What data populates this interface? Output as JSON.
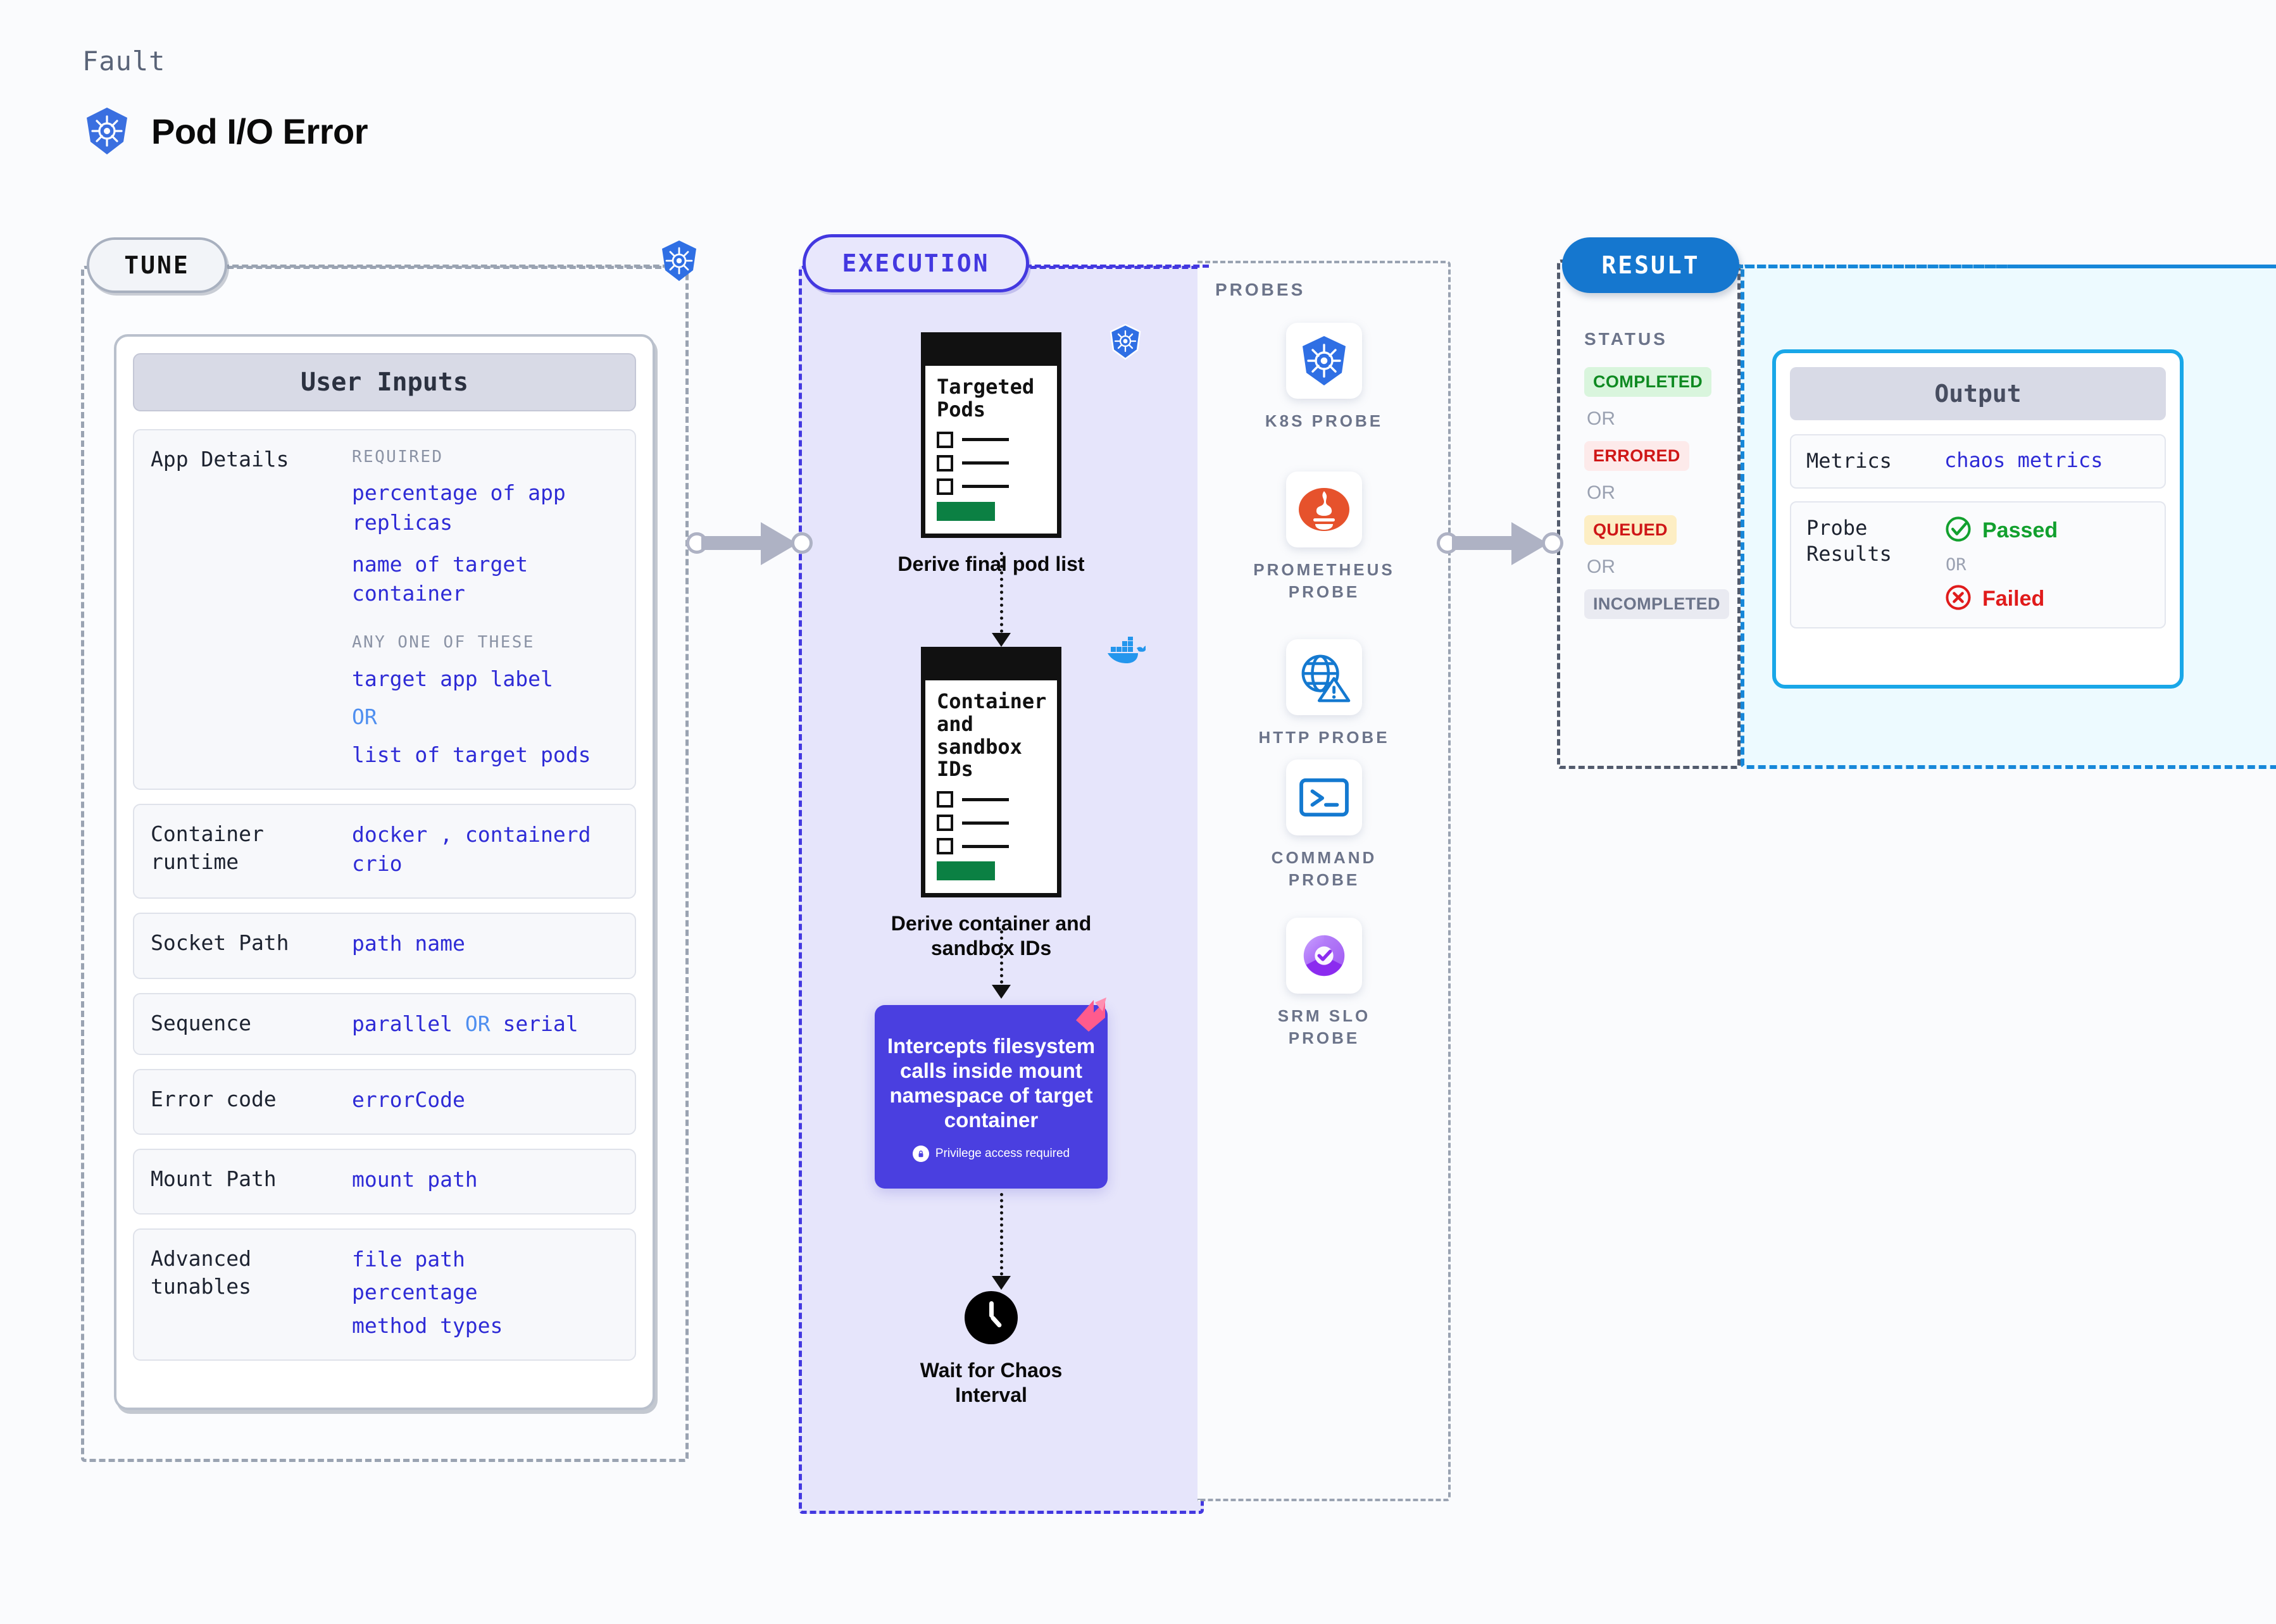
{
  "header": {
    "kicker": "Fault",
    "title": "Pod I/O Error",
    "icon": "kubernetes-icon"
  },
  "stages": {
    "tune": "TUNE",
    "execution": "EXECUTION",
    "result": "RESULT"
  },
  "user_inputs": {
    "card_title": "User Inputs",
    "rows": [
      {
        "label": "App Details",
        "required_caption": "REQUIRED",
        "required_values": [
          "percentage of app replicas",
          "name of target container"
        ],
        "anyone_caption": "ANY ONE OF THESE",
        "anyone_values": [
          "target app label",
          "list of target pods"
        ],
        "or": "OR"
      },
      {
        "label": "Container runtime",
        "values": [
          "docker",
          "containerd",
          "crio"
        ],
        "separator": ","
      },
      {
        "label": "Socket Path",
        "values": [
          "path name"
        ]
      },
      {
        "label": "Sequence",
        "values": [
          "parallel",
          "serial"
        ],
        "or": "OR"
      },
      {
        "label": "Error code",
        "values": [
          "errorCode"
        ]
      },
      {
        "label": "Mount Path",
        "values": [
          "mount path"
        ]
      },
      {
        "label": "Advanced tunables",
        "values": [
          "file path",
          "percentage",
          "method types"
        ]
      }
    ]
  },
  "execution": {
    "nodes": [
      {
        "doc_title": "Targeted Pods",
        "caption": "Derive final pod list",
        "badge": "kubernetes-icon"
      },
      {
        "doc_title": "Container and sandbox IDs",
        "caption": "Derive container and sandbox IDs",
        "badge": "docker-icon"
      }
    ],
    "fault_box": {
      "text": "Intercepts filesystem calls inside mount namespace of target container",
      "privilege_note": "Privilege access required",
      "color": "#4a3fe0"
    },
    "wait_node": {
      "caption": "Wait for Chaos Interval",
      "icon": "clock-icon"
    }
  },
  "probes": {
    "title": "PROBES",
    "items": [
      {
        "label": "K8S PROBE",
        "icon": "kubernetes-icon"
      },
      {
        "label": "PROMETHEUS PROBE",
        "icon": "prometheus-icon"
      },
      {
        "label": "HTTP PROBE",
        "icon": "globe-warning-icon"
      },
      {
        "label": "COMMAND PROBE",
        "icon": "terminal-icon"
      },
      {
        "label": "SRM SLO PROBE",
        "icon": "srm-slo-icon"
      }
    ]
  },
  "result": {
    "status_title": "STATUS",
    "or": "OR",
    "statuses": [
      {
        "label": "COMPLETED",
        "tone": "completed"
      },
      {
        "label": "ERRORED",
        "tone": "errored"
      },
      {
        "label": "QUEUED",
        "tone": "queued"
      },
      {
        "label": "INCOMPLETED",
        "tone": "incompleted"
      }
    ],
    "output": {
      "card_title": "Output",
      "metrics_label": "Metrics",
      "metrics_value": "chaos metrics",
      "probe_results_label": "Probe Results",
      "passed": "Passed",
      "failed": "Failed",
      "or": "OR"
    }
  },
  "colors": {
    "accent_purple": "#4338e0",
    "accent_blue": "#1577cf",
    "accent_cyan": "#19a7e8",
    "mono_blue": "#2e2bd6",
    "green": "#12a02e",
    "red": "#e01b1b"
  }
}
